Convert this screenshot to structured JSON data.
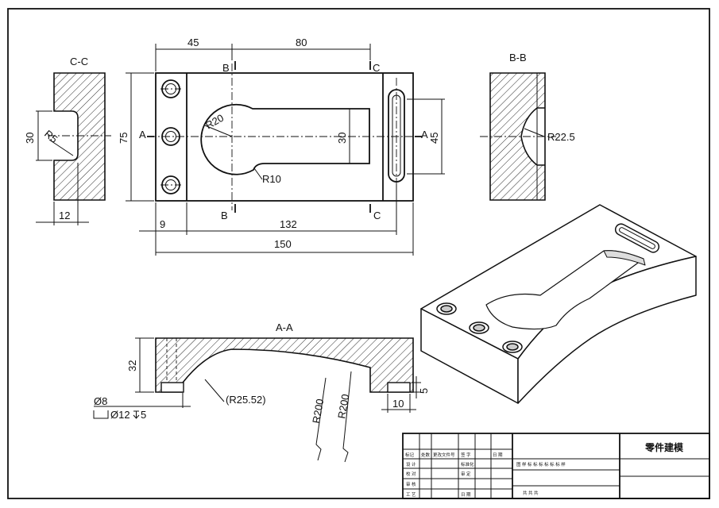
{
  "views": {
    "section_cc": "C-C",
    "section_bb": "B-B",
    "section_aa": "A-A"
  },
  "cut_marks": {
    "a": "A",
    "b": "B",
    "c": "C"
  },
  "dimensions": {
    "top_45": "45",
    "top_80": "80",
    "left_75": "75",
    "slot_30": "30",
    "right_45": "45",
    "bottom_9": "9",
    "bottom_132": "132",
    "bottom_150": "150",
    "r20": "R20",
    "r10": "R10",
    "cc_30": "30",
    "cc_r5": "R5",
    "cc_12": "12",
    "bb_r225": "R22.5",
    "aa_32": "32",
    "aa_r2552": "(R25.52)",
    "aa_r200_a": "R200",
    "aa_r200_b": "R200",
    "aa_5": "5",
    "aa_10": "10",
    "hole_d8": "Ø8",
    "hole_cbore": "Ø12",
    "hole_depth": "5"
  },
  "title_block": {
    "title": "零件建模",
    "rev_headers": [
      "标记",
      "处数",
      "更改文件号",
      "签 字",
      "日 期"
    ],
    "row_labels": [
      "设 计",
      "校 对",
      "审 核",
      "工 艺"
    ],
    "mid_labels": [
      "标准化",
      "审 定",
      "日 期"
    ],
    "stage_label": "图 样 标 标 标 标 标 标 样",
    "sheet_label": "共    共    共"
  }
}
